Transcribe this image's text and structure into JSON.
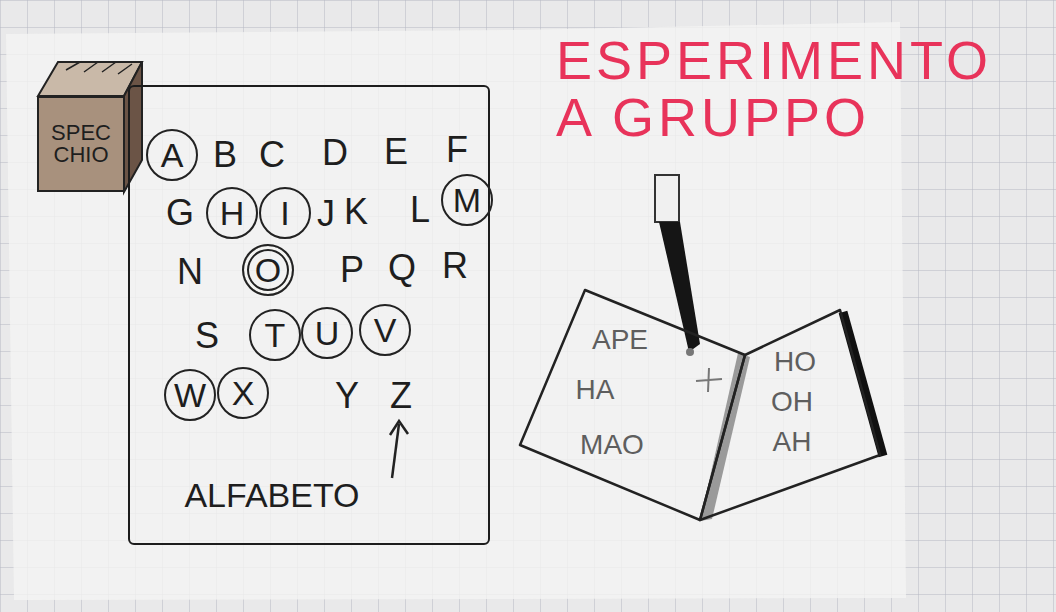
{
  "diagram": {
    "title": "ESPERIMENTO A GRUPPO",
    "nodes": [
      {
        "text": [
          "SPEC CHIO"
        ]
      },
      {
        "text": [
          "B",
          "C",
          "D",
          "E",
          "F",
          "G",
          "J",
          "K",
          "L",
          "N",
          "P",
          "Q",
          "R",
          "S",
          "Y",
          "Z",
          "ALFABETO"
        ]
      },
      {
        "text": [
          "A"
        ],
        "in": 1
      },
      {
        "text": [
          "H"
        ],
        "in": 1
      },
      {
        "text": [
          "I"
        ],
        "in": 1
      },
      {
        "text": [
          "M"
        ],
        "in": 1
      },
      {
        "text": [
          "O"
        ],
        "in": 1
      },
      {
        "text": [
          "T"
        ],
        "in": 1
      },
      {
        "text": [
          "U"
        ],
        "in": 1
      },
      {
        "text": [
          "V"
        ],
        "in": 1
      },
      {
        "text": [
          "W"
        ],
        "in": 1
      },
      {
        "text": [
          "X"
        ],
        "in": 1
      },
      {
        "text": [
          "APE",
          "HA",
          "MAO"
        ]
      },
      {
        "text": [
          "HO",
          "OH",
          "AH"
        ]
      }
    ]
  }
}
